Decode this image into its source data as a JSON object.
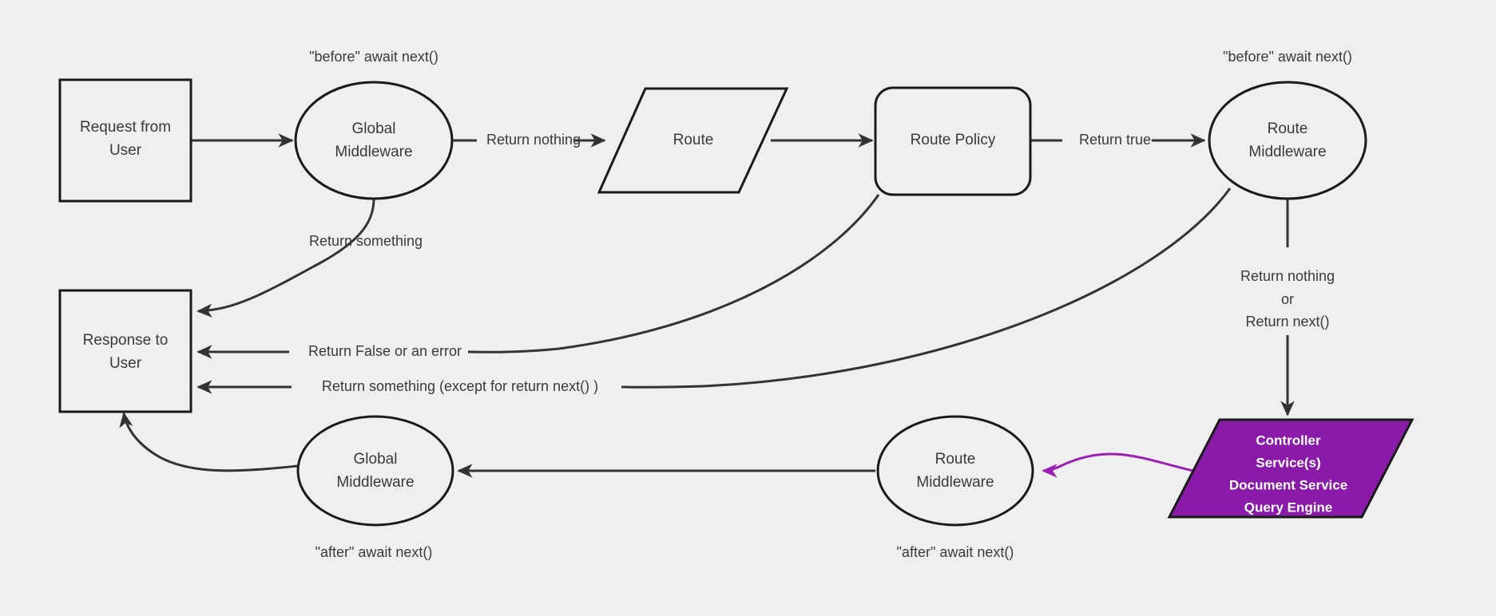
{
  "diagram": {
    "title": "Request lifecycle middleware flow",
    "background_color": "#efefef",
    "stroke_color": "#333333",
    "accent_color": "#8a1ba8",
    "accent_edge_color": "#9c1fb5",
    "nodes": [
      {
        "id": "request",
        "label_line1": "Request from",
        "label_line2": "User",
        "shape": "rectangle"
      },
      {
        "id": "global_mw_before",
        "label_line1": "Global",
        "label_line2": "Middleware",
        "shape": "ellipse"
      },
      {
        "id": "route",
        "label_line1": "Route",
        "label_line2": "",
        "shape": "parallelogram"
      },
      {
        "id": "route_policy",
        "label_line1": "Route Policy",
        "label_line2": "",
        "shape": "rounded-rectangle"
      },
      {
        "id": "route_mw_before",
        "label_line1": "Route",
        "label_line2": "Middleware",
        "shape": "ellipse"
      },
      {
        "id": "controller",
        "label_line1": "Controller",
        "label_line2": "Service(s)",
        "label_line3": "Document Service",
        "label_line4": "Query Engine",
        "shape": "parallelogram"
      },
      {
        "id": "route_mw_after",
        "label_line1": "Route",
        "label_line2": "Middleware",
        "shape": "ellipse"
      },
      {
        "id": "global_mw_after",
        "label_line1": "Global",
        "label_line2": "Middleware",
        "shape": "ellipse"
      },
      {
        "id": "response",
        "label_line1": "Response to",
        "label_line2": "User",
        "shape": "rectangle"
      }
    ],
    "annotations": [
      {
        "id": "before_global",
        "text": "\"before\" await next()"
      },
      {
        "id": "before_route",
        "text": "\"before\" await next()"
      },
      {
        "id": "after_global",
        "text": "\"after\" await next()"
      },
      {
        "id": "after_route",
        "text": "\"after\" await next()"
      }
    ],
    "edge_labels": [
      {
        "id": "return_nothing",
        "text": "Return nothing"
      },
      {
        "id": "return_true",
        "text": "Return true"
      },
      {
        "id": "return_something",
        "text": "Return something"
      },
      {
        "id": "return_false",
        "text": "Return False or an error"
      },
      {
        "id": "return_something_except",
        "text": "Return something (except for return next() )"
      },
      {
        "id": "return_nothing_or_1",
        "text": "Return nothing"
      },
      {
        "id": "return_nothing_or_2",
        "text": "or"
      },
      {
        "id": "return_nothing_or_3",
        "text": "Return next()"
      }
    ]
  }
}
